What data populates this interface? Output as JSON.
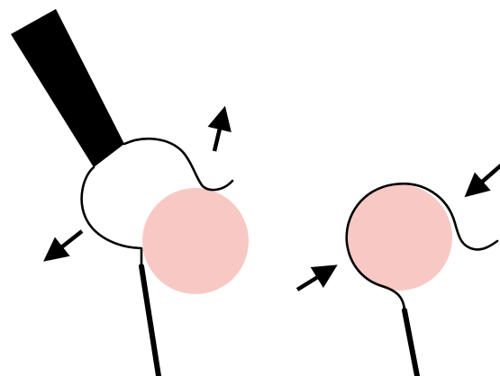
{
  "diagram": {
    "colors": {
      "background": "#ffffff",
      "stroke": "#000000",
      "cell": "#f8c9c4"
    },
    "panels": [
      {
        "id": "left",
        "objects": [
          "micropipette",
          "cell",
          "membrane-bleb",
          "holding-pipette"
        ],
        "arrows": [
          "up-right",
          "down-left"
        ]
      },
      {
        "id": "right",
        "objects": [
          "cell",
          "membrane-bleb",
          "holding-pipette"
        ],
        "arrows": [
          "up-right",
          "down-left"
        ]
      }
    ]
  }
}
